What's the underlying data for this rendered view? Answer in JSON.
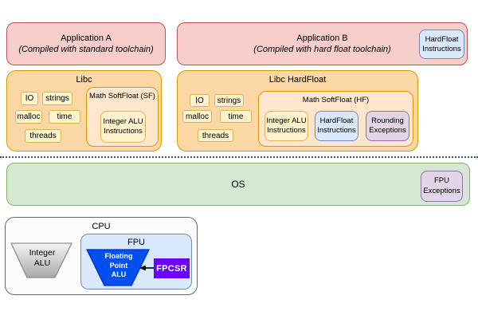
{
  "diagram": {
    "app_a": {
      "title": "Application A",
      "subtitle": "(Compiled with standard toolchain)"
    },
    "app_b": {
      "title": "Application B",
      "subtitle": "(Compiled with hard float toolchain)",
      "chip": "HardFloat\nInstructions"
    },
    "libc": {
      "title": "Libc",
      "modules": [
        "IO",
        "strings",
        "malloc",
        "time",
        "threads"
      ],
      "softfloat": {
        "title": "Math SoftFloat (SF)",
        "items": [
          "Integer ALU\nInstructions"
        ]
      }
    },
    "libc_hf": {
      "title": "Libc HardFloat",
      "modules": [
        "IO",
        "strings",
        "malloc",
        "time",
        "threads"
      ],
      "softfloat": {
        "title": "Math SoftFloat (HF)",
        "items": [
          "Integer ALU\nInstructions",
          "HardFloat\nInstructions",
          "Rounding\nExceptions"
        ]
      }
    },
    "os": {
      "title": "OS",
      "chip": "FPU\nExceptions"
    },
    "cpu": {
      "title": "CPU",
      "integer_alu": "Integer\nALU",
      "fpu": {
        "title": "FPU",
        "fp_alu": "Floating\nPoint\nALU",
        "fpcsr": "FPCSR"
      }
    }
  },
  "colors": {
    "app_fill": "#f8cecc",
    "app_stroke": "#b85450",
    "libc_fill": "#fad7a5",
    "libc_stroke": "#d79b00",
    "softfloat_fill": "#ffe6cc",
    "module_fill": "#fff2cc",
    "module_stroke": "#d6b656",
    "blue_fill": "#dae8fc",
    "blue_stroke": "#6c8ebf",
    "purple_fill": "#e1d5e7",
    "purple_stroke": "#9673a6",
    "os_fill": "#d5e8d4",
    "os_stroke": "#82b366",
    "fp_alu_fill": "#0050ef",
    "fpcsr_fill": "#6a00ff",
    "divider": "#3d4c63"
  }
}
